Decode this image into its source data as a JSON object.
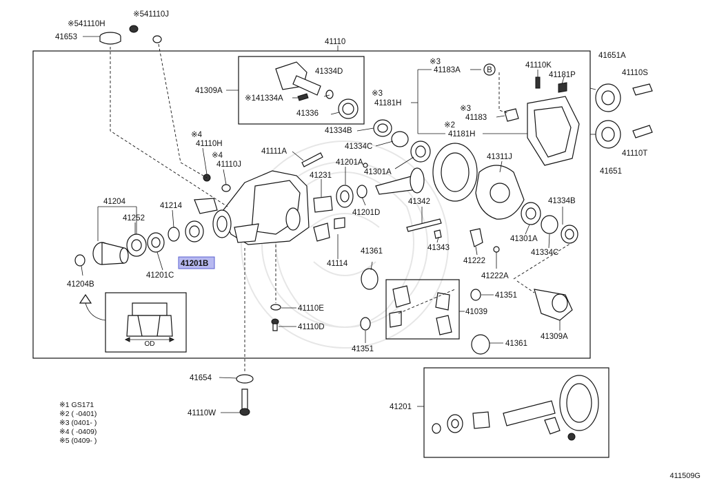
{
  "diagram_id": "411509G",
  "frame_label": "41110",
  "highlighted": "41201B",
  "labels": [
    {
      "id": "l1",
      "text": "※541110H"
    },
    {
      "id": "l2",
      "text": "※541110J"
    },
    {
      "id": "l3",
      "text": "41653"
    },
    {
      "id": "l4",
      "text": "41110"
    },
    {
      "id": "l5",
      "text": "41651A"
    },
    {
      "id": "l6",
      "text": "41110S"
    },
    {
      "id": "l7",
      "text": "41651"
    },
    {
      "id": "l8",
      "text": "41110T"
    },
    {
      "id": "l9",
      "text": "41309A"
    },
    {
      "id": "l10",
      "text": "41334D"
    },
    {
      "id": "l11",
      "text": "※141334A"
    },
    {
      "id": "l12",
      "text": "41336"
    },
    {
      "id": "l13",
      "text": "41334B"
    },
    {
      "id": "l14",
      "text": "41334C"
    },
    {
      "id": "l15",
      "text": "※3"
    },
    {
      "id": "l16",
      "text": "41183A"
    },
    {
      "id": "l17",
      "text": "※3"
    },
    {
      "id": "l18",
      "text": "41181H"
    },
    {
      "id": "l19",
      "text": "※3"
    },
    {
      "id": "l20",
      "text": "41183"
    },
    {
      "id": "l21",
      "text": "※2"
    },
    {
      "id": "l22",
      "text": "41181H"
    },
    {
      "id": "l23",
      "text": "41110K"
    },
    {
      "id": "l24",
      "text": "41181P"
    },
    {
      "id": "l25",
      "text": "※4"
    },
    {
      "id": "l26",
      "text": "41110H"
    },
    {
      "id": "l27",
      "text": "※4"
    },
    {
      "id": "l28",
      "text": "41110J"
    },
    {
      "id": "l29",
      "text": "41111A"
    },
    {
      "id": "l30",
      "text": "41231"
    },
    {
      "id": "l31",
      "text": "41201A"
    },
    {
      "id": "l32",
      "text": "41301A"
    },
    {
      "id": "l33",
      "text": "41311J"
    },
    {
      "id": "l34",
      "text": "41204"
    },
    {
      "id": "l35",
      "text": "41214"
    },
    {
      "id": "l36",
      "text": "41252"
    },
    {
      "id": "l37",
      "text": "41201D"
    },
    {
      "id": "l38",
      "text": "41342"
    },
    {
      "id": "l39",
      "text": "41334B"
    },
    {
      "id": "l40",
      "text": "41301A"
    },
    {
      "id": "l41",
      "text": "41334C"
    },
    {
      "id": "l42",
      "text": "41343"
    },
    {
      "id": "l43",
      "text": "41222"
    },
    {
      "id": "l44",
      "text": "41222A"
    },
    {
      "id": "l45",
      "text": "41114"
    },
    {
      "id": "l46",
      "text": "41361"
    },
    {
      "id": "l47",
      "text": "41201C"
    },
    {
      "id": "l48",
      "text": "41204B"
    },
    {
      "id": "l49",
      "text": "41110E"
    },
    {
      "id": "l50",
      "text": "41351"
    },
    {
      "id": "l51",
      "text": "41039"
    },
    {
      "id": "l52",
      "text": "41309A"
    },
    {
      "id": "l53",
      "text": "41110D"
    },
    {
      "id": "l54",
      "text": "41351"
    },
    {
      "id": "l55",
      "text": "41361"
    },
    {
      "id": "l56",
      "text": "41654"
    },
    {
      "id": "l57",
      "text": "41110W"
    },
    {
      "id": "l58",
      "text": "41201"
    },
    {
      "id": "l59",
      "text": "OD"
    }
  ],
  "callout_b": "B",
  "notes": [
    "※1 GS171",
    "※2 (      -0401)",
    "※3 (0401-      )",
    "※4 (      -0409)",
    "※5 (0409-      )"
  ]
}
